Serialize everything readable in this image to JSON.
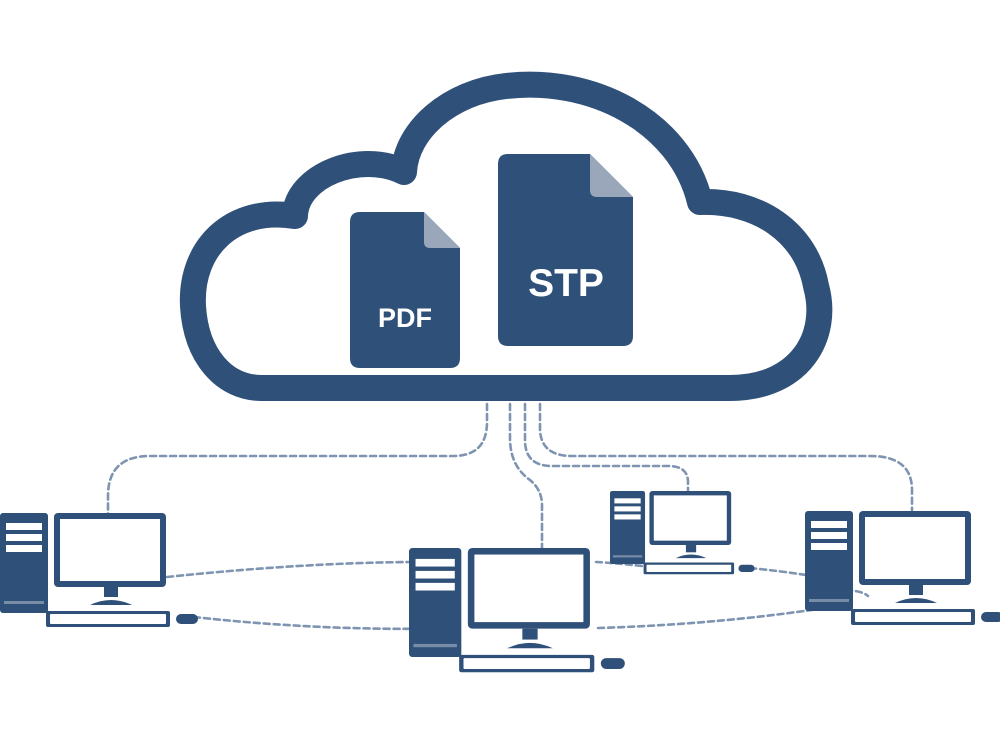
{
  "colors": {
    "primary": "#2f5079",
    "fold": "#9aa7ba",
    "dash": "#7f94b1",
    "background": "#ffffff"
  },
  "cloud": {
    "icon": "cloud-icon",
    "documents": [
      {
        "id": "pdf",
        "label": "PDF",
        "icon": "file-icon"
      },
      {
        "id": "stp",
        "label": "STP",
        "icon": "file-icon"
      }
    ]
  },
  "computers": [
    {
      "id": "left",
      "icon": "desktop-computer-icon"
    },
    {
      "id": "center",
      "icon": "desktop-computer-icon"
    },
    {
      "id": "back-right",
      "icon": "desktop-computer-icon"
    },
    {
      "id": "far-right",
      "icon": "desktop-computer-icon"
    }
  ],
  "network": {
    "line_style": "dashed"
  }
}
